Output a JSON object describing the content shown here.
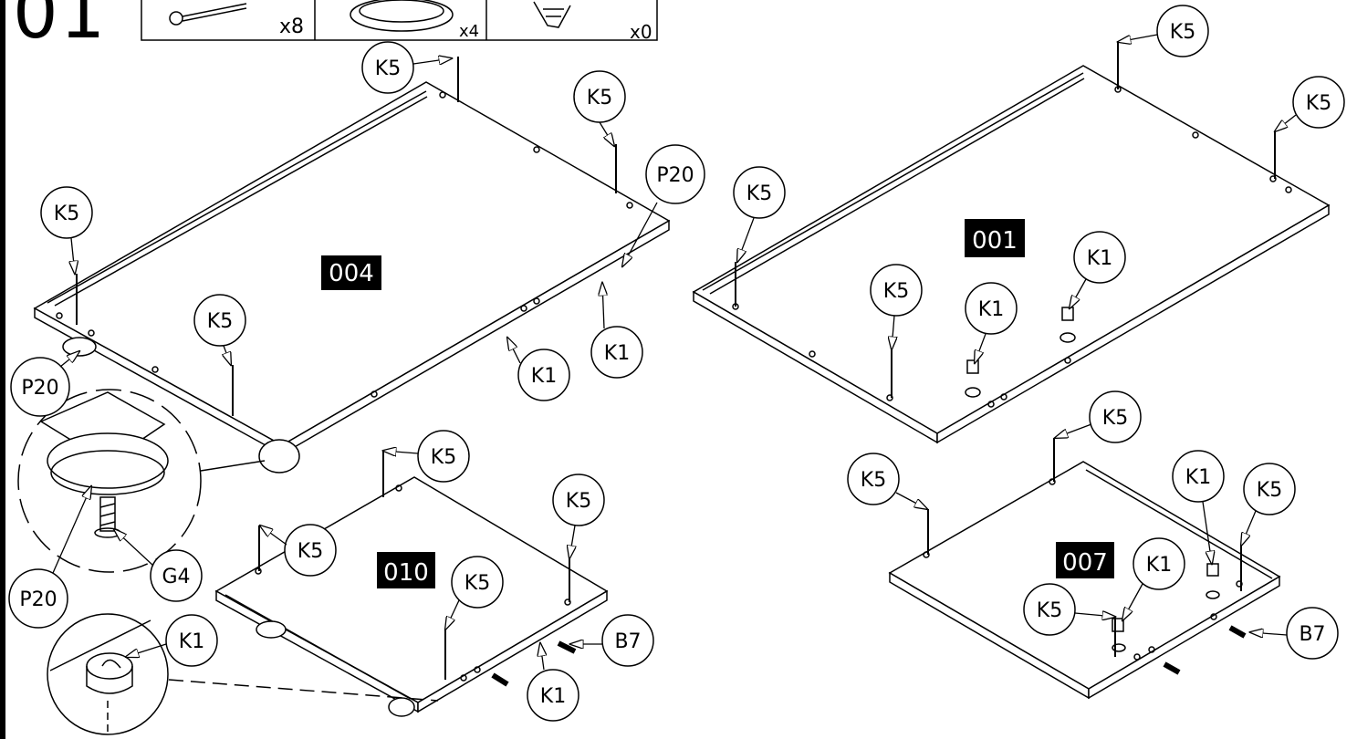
{
  "step": {
    "number": "01"
  },
  "hardware_strip": [
    {
      "icon": "screw-bolt-icon",
      "qty": "x8"
    },
    {
      "icon": "round-foot-pad-icon",
      "qty": "x4"
    },
    {
      "icon": "wood-screw-icon",
      "qty": "x0"
    }
  ],
  "parts": {
    "p004": "004",
    "p001": "001",
    "p010": "010",
    "p007": "007"
  },
  "callouts": {
    "k5": "K5",
    "k1": "K1",
    "p20": "P20",
    "g4": "G4",
    "b7": "B7"
  },
  "colors": {
    "ink": "#000000",
    "paper": "#ffffff"
  }
}
